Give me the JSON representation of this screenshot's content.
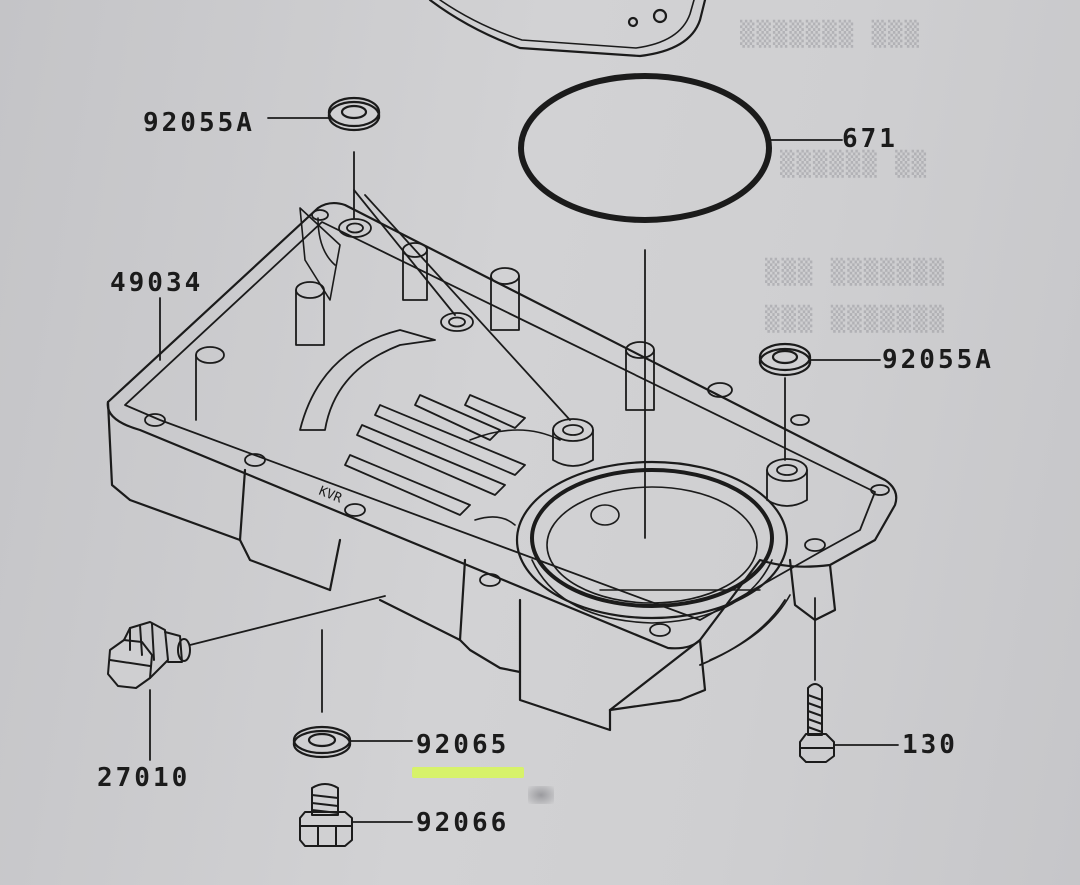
{
  "labels": {
    "oil_pan": "49034",
    "washer_top": "92055A",
    "washer_right": "92055A",
    "o_ring": "671",
    "switch": "27010",
    "drain_gasket": "92065",
    "drain_plug": "92066",
    "bolt": "130"
  },
  "highlight_color": "#d7f26a",
  "line_color": "#1b1b1b"
}
